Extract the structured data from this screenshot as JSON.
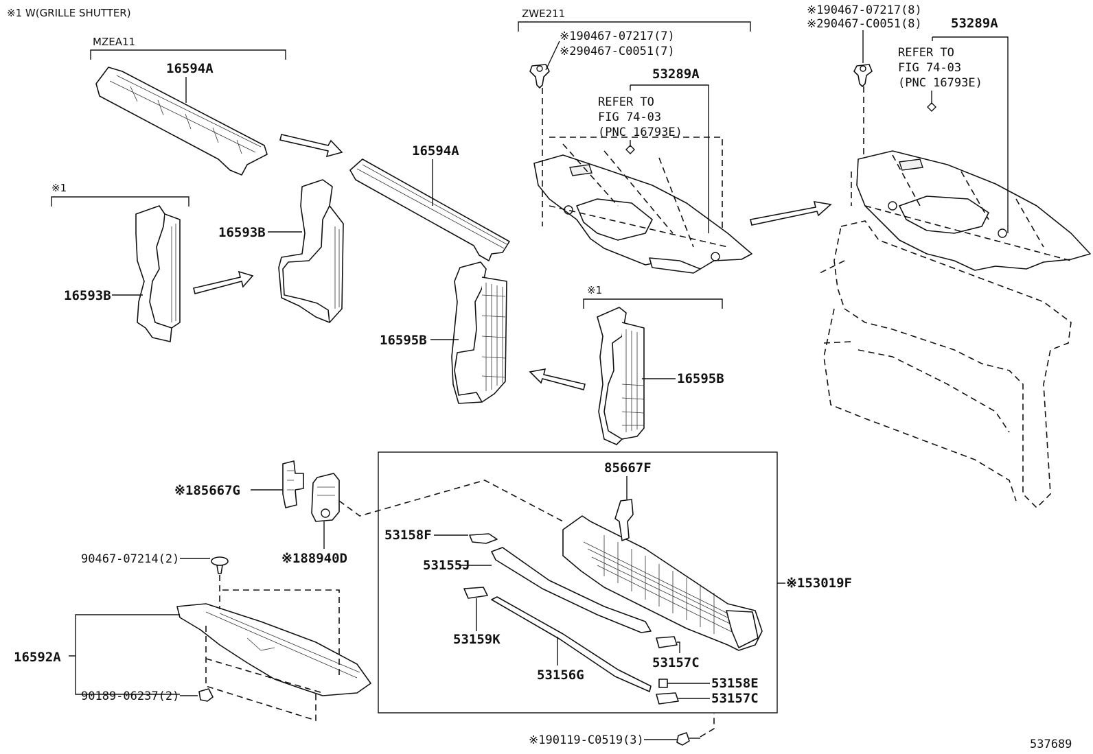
{
  "header_note": "※1 W(GRILLE SHUTTER)",
  "footer_id": "537689",
  "groups": {
    "mzea11": "MZEA11",
    "zwe211": "ZWE211",
    "note1_left": "※1",
    "note1_mid": "※1"
  },
  "labels": {
    "p16594a_top": "16594A",
    "p16594a_mid": "16594A",
    "p16593b_left": "16593B",
    "p16593b_mid": "16593B",
    "p16595b_left": "16595B",
    "p16595b_right": "16595B",
    "clip_mid_1": "※190467-07217(7)",
    "clip_mid_2": "※290467-C0051(7)",
    "p53289a_mid": "53289A",
    "refer_mid_1": "REFER TO",
    "refer_mid_2": "FIG 74-03",
    "refer_mid_3": "(PNC 16793E)",
    "clip_right_1": "※190467-07217(8)",
    "clip_right_2": "※290467-C0051(8)",
    "p53289a_right": "53289A",
    "refer_right_1": "REFER TO",
    "refer_right_2": "FIG 74-03",
    "refer_right_3": "(PNC 16793E)",
    "p85667g": "※185667G",
    "p88940d": "※188940D",
    "p90467_07214": "90467-07214(2)",
    "p16592a": "16592A",
    "p90189_06237": "90189-06237(2)",
    "p85667f": "85667F",
    "p53158f": "53158F",
    "p53155j": "53155J",
    "p53159k": "53159K",
    "p53156g": "53156G",
    "p53157c_a": "53157C",
    "p53158e": "53158E",
    "p53157c_b": "53157C",
    "p53019f": "※153019F",
    "p90119_c0519": "※190119-C0519(3)"
  }
}
